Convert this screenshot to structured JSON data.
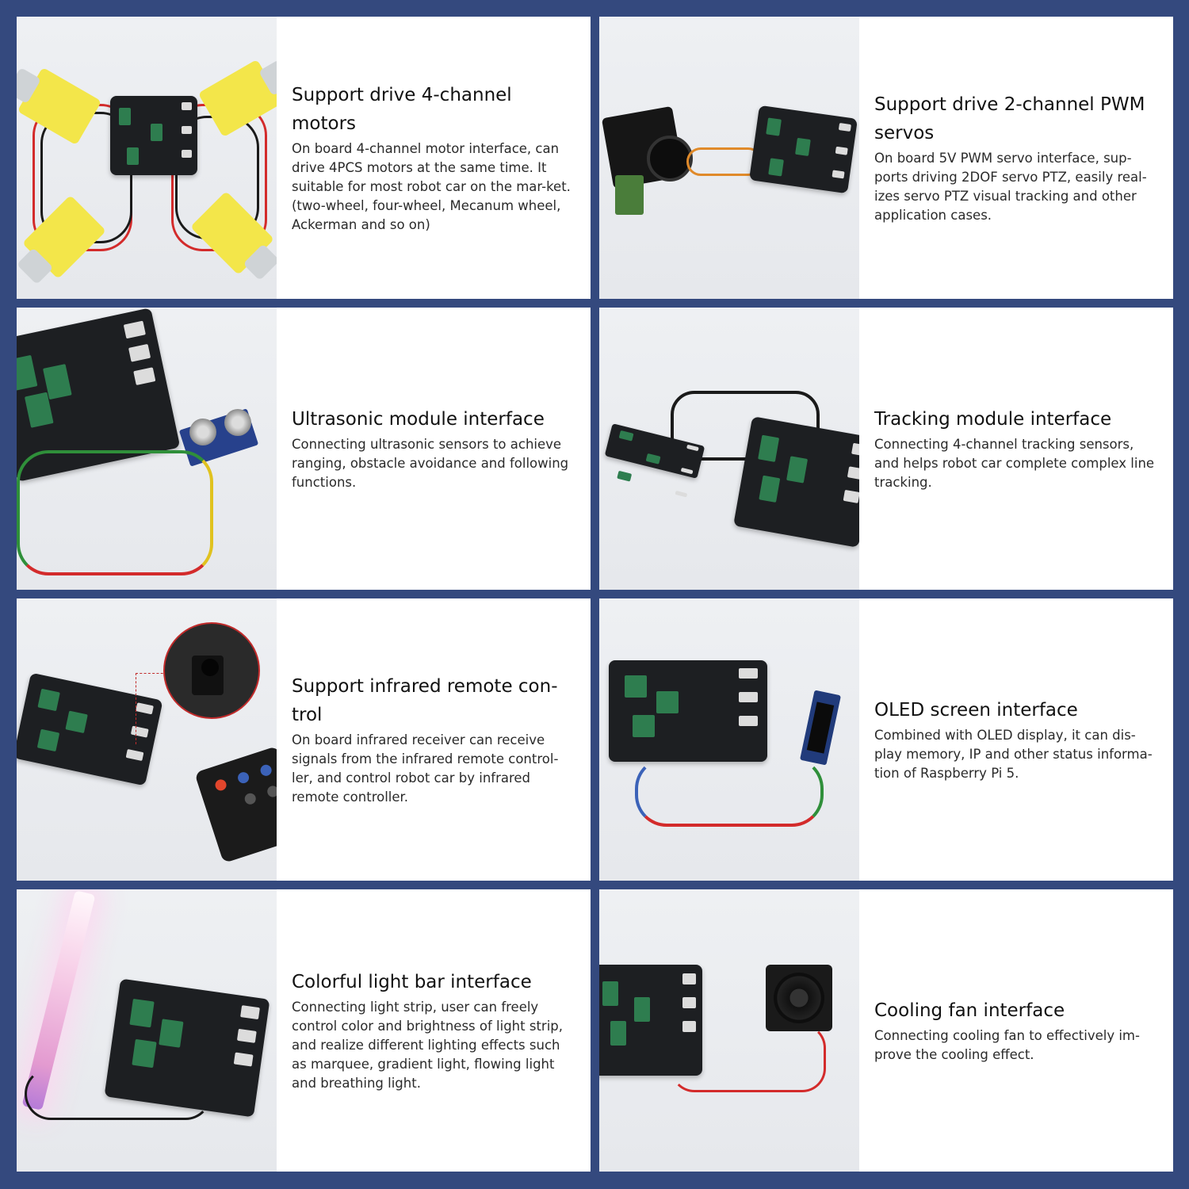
{
  "page": {
    "background_color": "#34497e",
    "card_background": "#ffffff",
    "photo_background": "#eceef1"
  },
  "features": [
    {
      "title": "Support drive 4-channel motors",
      "description": "On board 4-channel motor interface, can drive 4PCS motors at the same time. It suitable for most robot car on the mar-ket.(two-wheel, four-wheel, Mecanum wheel, Ackerman and so on)",
      "image": "expansion-board-with-four-yellow-gear-motors"
    },
    {
      "title": "Support drive 2-channel PWM servos",
      "description": "On board 5V PWM servo interface, sup-ports driving 2DOF servo PTZ, easily real-izes servo PTZ visual tracking and other application cases.",
      "image": "expansion-board-with-servo-ptz-camera"
    },
    {
      "title": "Ultrasonic module interface",
      "description": "Connecting ultrasonic sensors to achieve ranging, obstacle avoidance and following functions.",
      "image": "expansion-board-with-ultrasonic-sensor"
    },
    {
      "title": "Tracking module interface",
      "description": "Connecting 4-channel tracking sensors, and helps robot car complete complex line tracking.",
      "image": "expansion-board-with-tracking-module"
    },
    {
      "title": "Support infrared remote con-trol",
      "description": "On board infrared receiver can receive signals from the infrared remote control-ler, and control robot car by infrared remote controller.",
      "image": "expansion-board-with-ir-receiver-and-remote"
    },
    {
      "title": "OLED screen interface",
      "description": "Combined with OLED display, it can dis-play memory, IP and other status informa-tion of Raspberry Pi 5.",
      "image": "expansion-board-with-oled-display"
    },
    {
      "title": "Colorful light bar interface",
      "description": "Connecting light strip, user can freely control color and brightness of light strip, and realize different lighting effects such as marquee, gradient light, flowing light and breathing light.",
      "image": "expansion-board-with-rgb-light-bar"
    },
    {
      "title": "Cooling fan interface",
      "description": "Connecting cooling fan to effectively im-prove the cooling effect.",
      "image": "expansion-board-with-cooling-fan"
    }
  ]
}
